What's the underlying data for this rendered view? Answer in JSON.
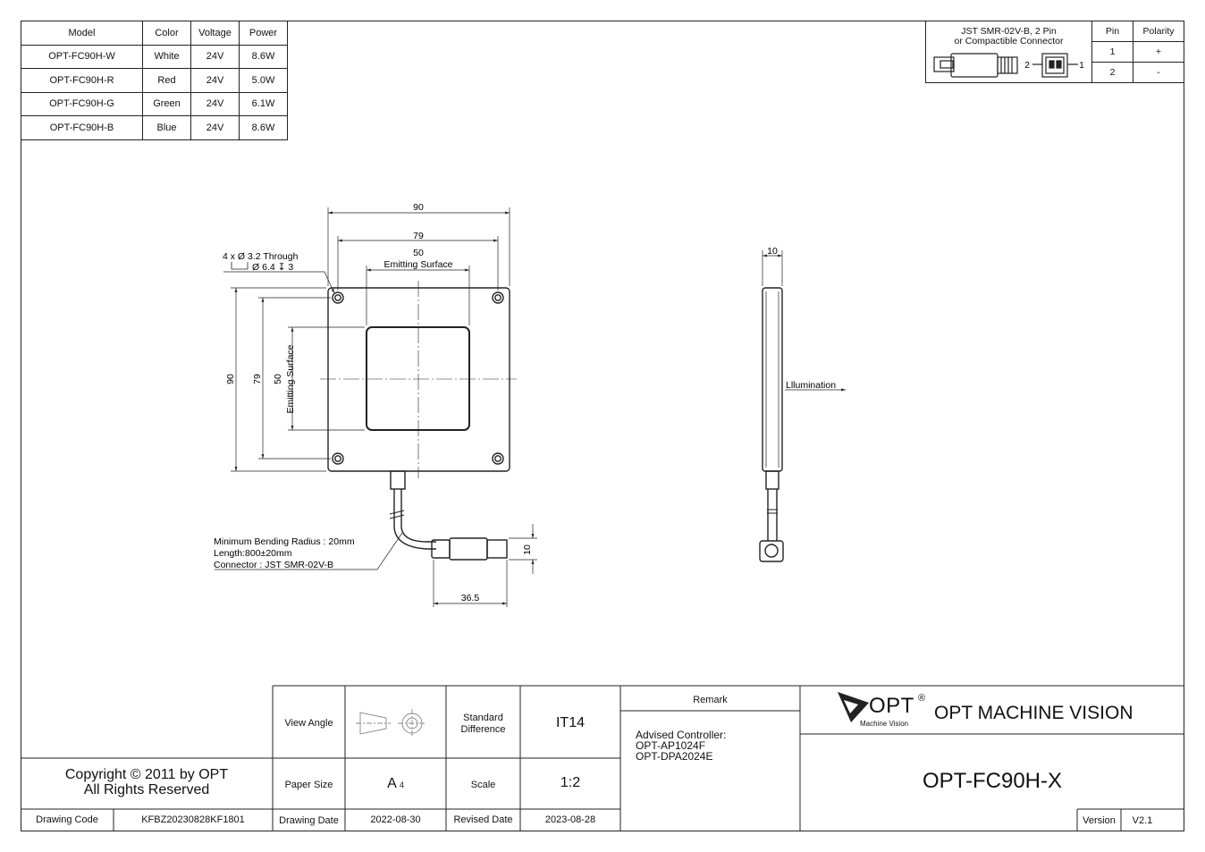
{
  "spec_table": {
    "headers": [
      "Model",
      "Color",
      "Voltage",
      "Power"
    ],
    "rows": [
      [
        "OPT-FC90H-W",
        "White",
        "24V",
        "8.6W"
      ],
      [
        "OPT-FC90H-R",
        "Red",
        "24V",
        "5.0W"
      ],
      [
        "OPT-FC90H-G",
        "Green",
        "24V",
        "6.1W"
      ],
      [
        "OPT-FC90H-B",
        "Blue",
        "24V",
        "8.6W"
      ]
    ]
  },
  "connector_table": {
    "title_line1": "JST SMR-02V-B, 2 Pin",
    "title_line2": "or Compactible Connector",
    "pin_header": "Pin",
    "polarity_header": "Polarity",
    "rows": [
      [
        "1",
        "+"
      ],
      [
        "2",
        "-"
      ]
    ],
    "pin_label_2": "2",
    "pin_label_1": "1"
  },
  "drawing": {
    "dim_90_top": "90",
    "dim_79_top": "79",
    "dim_50_top": "50",
    "emitting_top": "Emitting Surface",
    "dim_90_left": "90",
    "dim_79_left": "79",
    "dim_50_left": "50",
    "emitting_left": "Emitting Surface",
    "hole_note_1": "4 x Ø 3.2 Through",
    "hole_note_2": "Ø 6.4 ↧ 3",
    "cable_note_1": "Minimum Bending Radius : 20mm",
    "cable_note_2": "Length:800±20mm",
    "cable_note_3": "Connector : JST SMR-02V-B",
    "dim_36_5": "36.5",
    "dim_10_conn": "10",
    "dim_10_side": "10",
    "illumination": "Lllumination"
  },
  "title_block": {
    "copyright_1": "Copyright © 2011 by OPT",
    "copyright_2": "All Rights Reserved",
    "drawing_code_label": "Drawing Code",
    "drawing_code": "KFBZ20230828KF1801",
    "view_angle_label": "View Angle",
    "standard_diff_label_1": "Standard",
    "standard_diff_label_2": "Difference",
    "standard_diff": "IT14",
    "paper_size_label": "Paper Size",
    "paper_size": "A",
    "paper_size_sub": "4",
    "scale_label": "Scale",
    "scale": "1:2",
    "drawing_date_label": "Drawing Date",
    "drawing_date": "2022-08-30",
    "revised_date_label": "Revised Date",
    "revised_date": "2023-08-28",
    "remark_label": "Remark",
    "remark_1": "Advised Controller:",
    "remark_2": "OPT-AP1024F",
    "remark_3": "OPT-DPA2024E",
    "logo_text": "OPT",
    "logo_reg": "®",
    "logo_sub": "Machine Vision",
    "company": "OPT MACHINE VISION",
    "product": "OPT-FC90H-X",
    "version_label": "Version",
    "version": "V2.1"
  }
}
